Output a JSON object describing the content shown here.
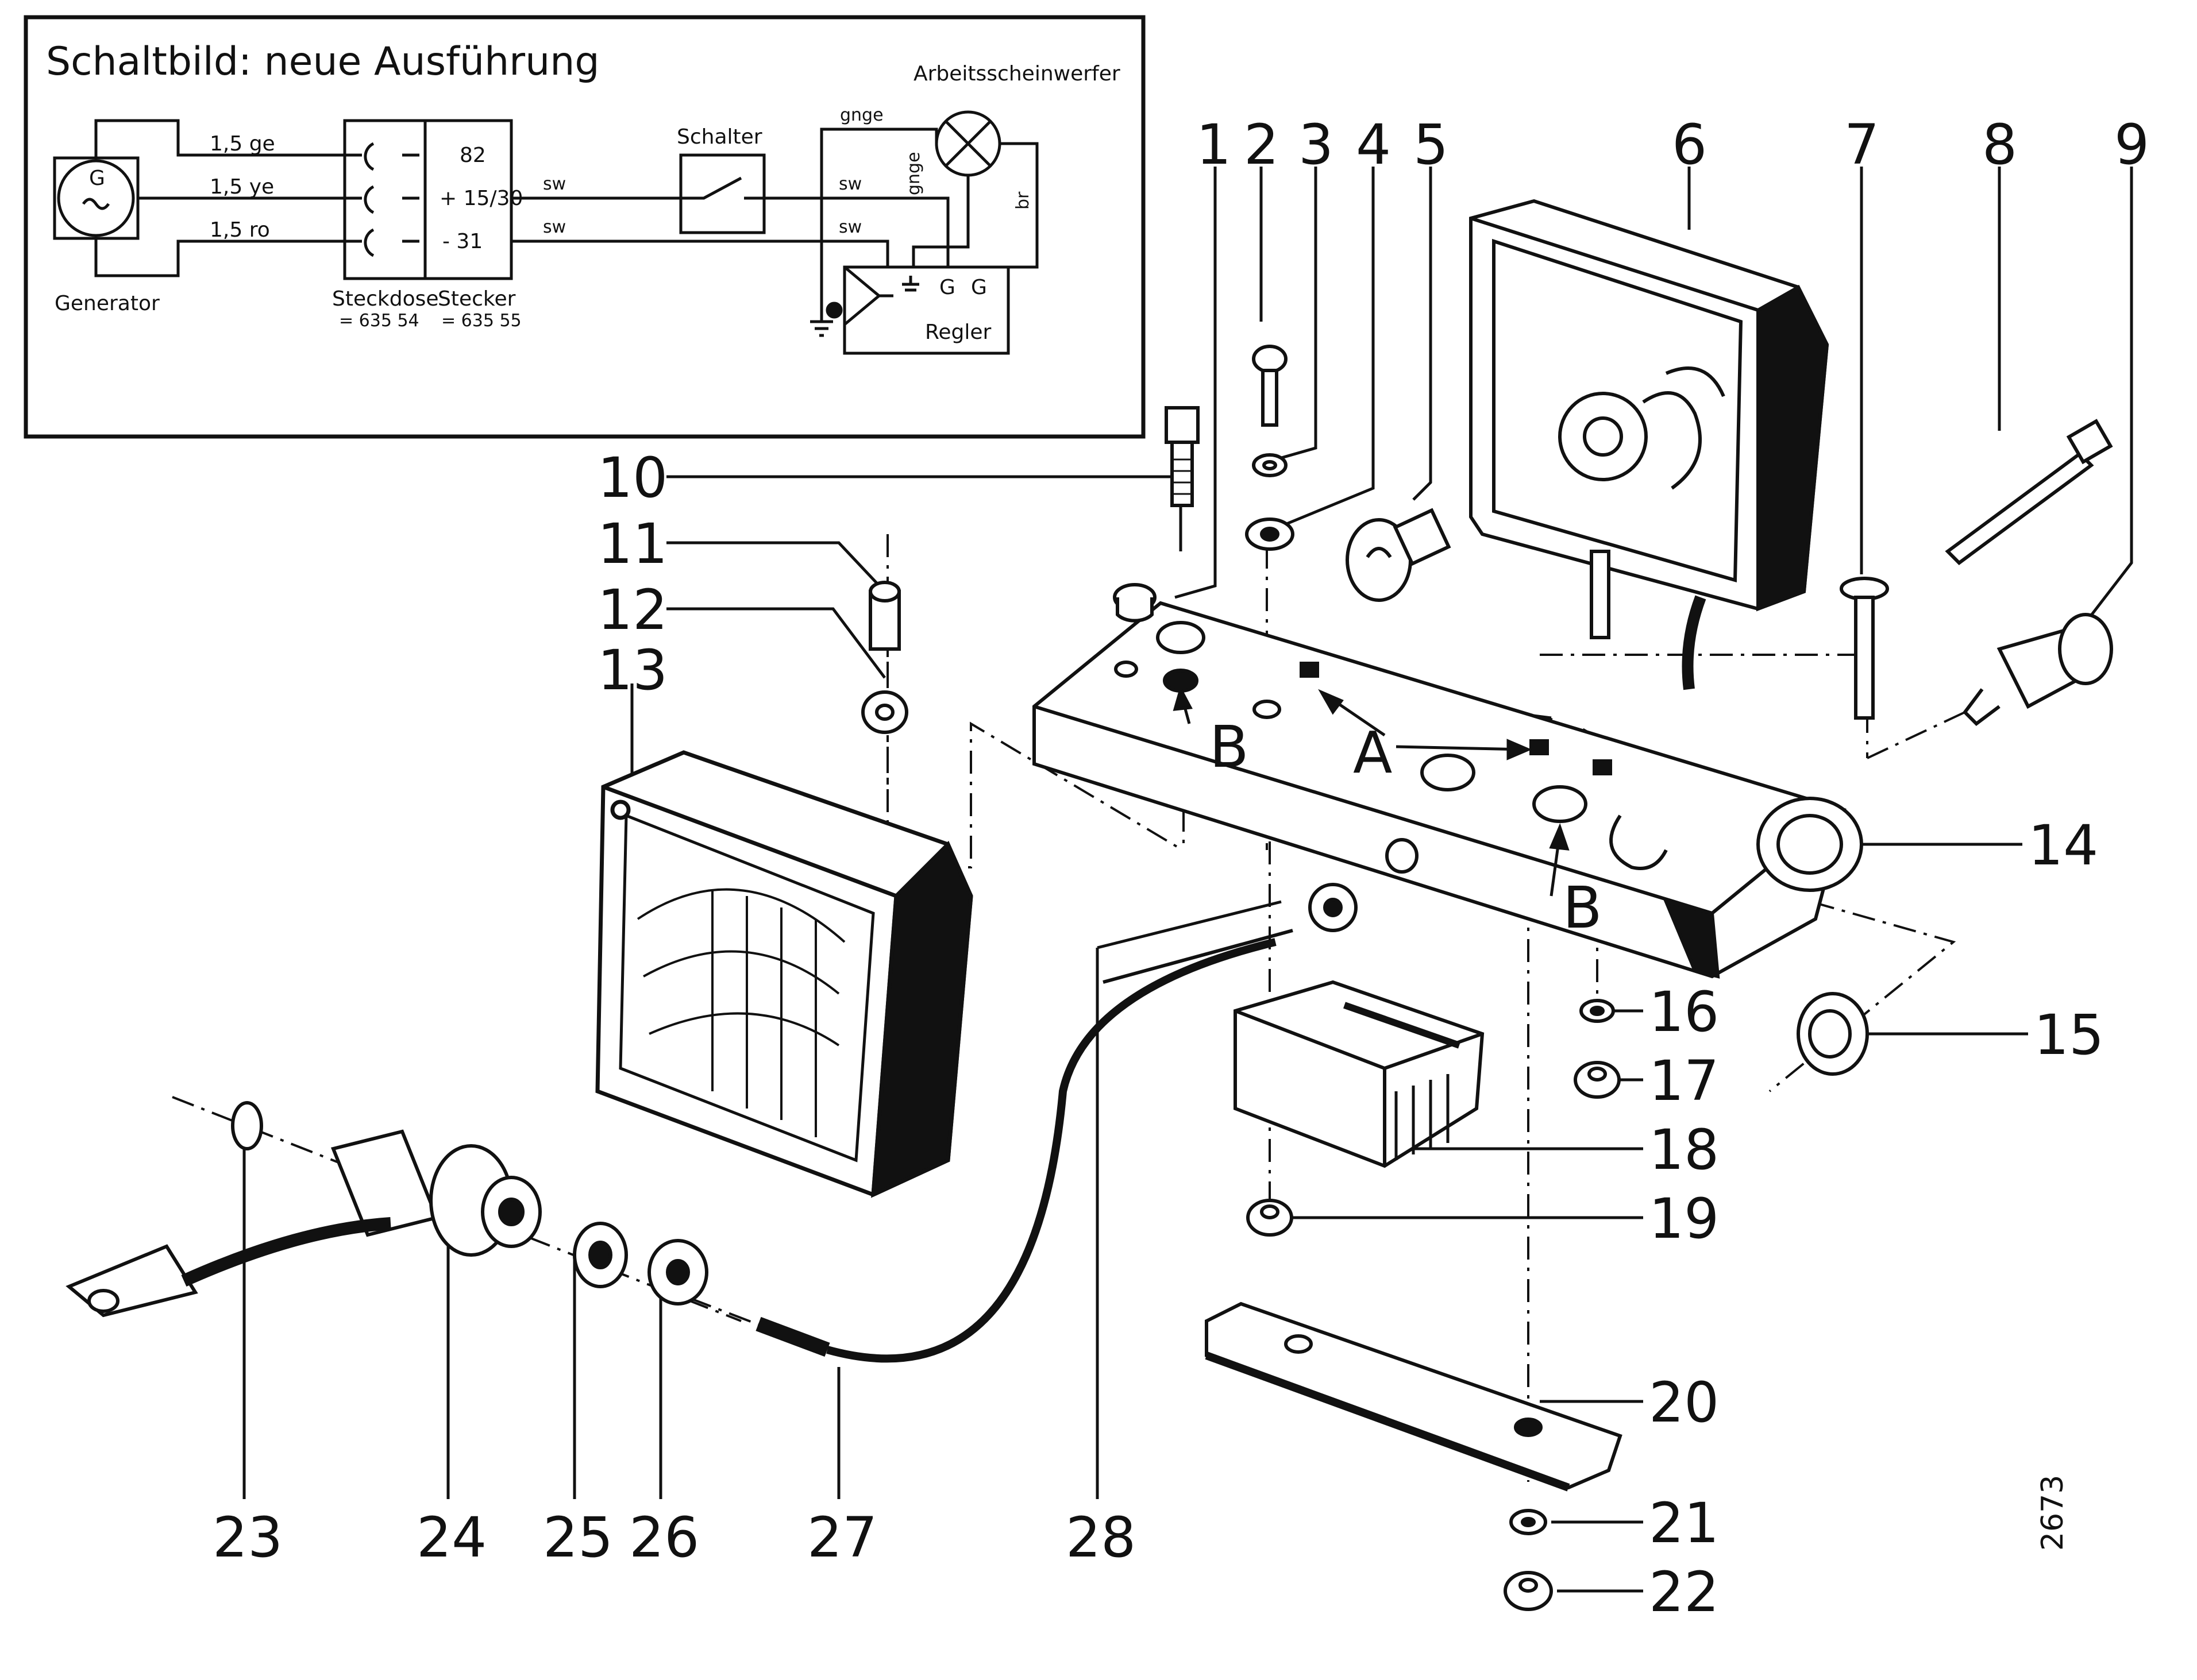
{
  "schematic": {
    "title": "Schaltbild: neue Ausführung",
    "generator_symbol": "G",
    "generator_label": "Generator",
    "wires": [
      "1,5 ge",
      "1,5 ye",
      "1,5 ro"
    ],
    "socket_label": "Steckdose",
    "socket_code": "= 635 54",
    "plug_label": "Stecker",
    "plug_code": "= 635 55",
    "plug_terminals": [
      "82",
      "+ 15/30",
      "- 31"
    ],
    "switch_label": "Schalter",
    "lamp_label": "Arbeitsscheinwerfer",
    "regulator_label": "Regler",
    "wire_codes": {
      "sw1": "sw",
      "sw2": "sw",
      "sw3": "sw",
      "sw4": "sw",
      "gnge1": "gnge",
      "gnge2": "gnge",
      "br": "br"
    },
    "regulator_terminals": [
      "G",
      "G"
    ]
  },
  "callouts": [
    "1",
    "2",
    "3",
    "4",
    "5",
    "6",
    "7",
    "8",
    "9",
    "10",
    "11",
    "12",
    "13",
    "14",
    "15",
    "16",
    "17",
    "18",
    "19",
    "20",
    "21",
    "22",
    "23",
    "24",
    "25",
    "26",
    "27",
    "28"
  ],
  "reference_letters": {
    "a": "A",
    "b1": "B",
    "b2": "B"
  },
  "drawing_number": "2673"
}
